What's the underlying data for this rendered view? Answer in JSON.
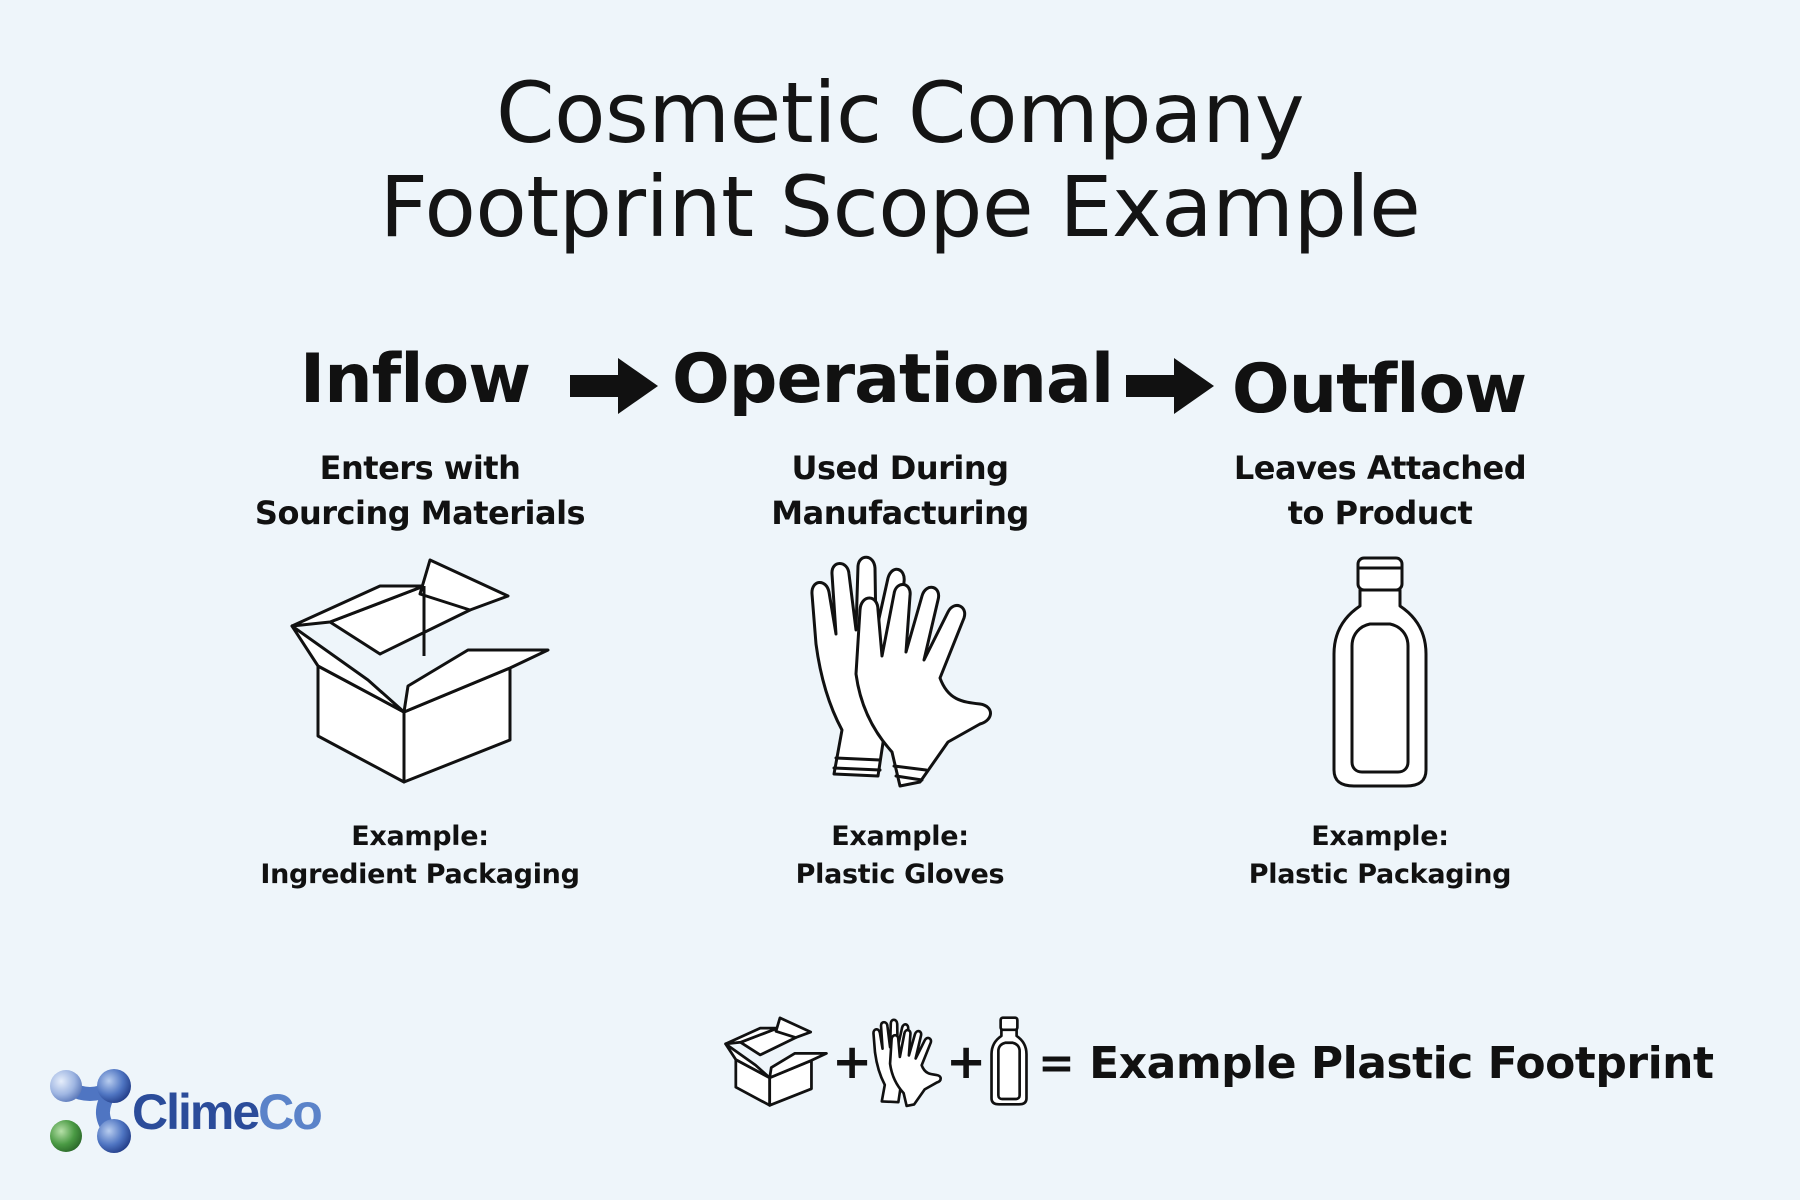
{
  "title": {
    "line1": "Cosmetic Company",
    "line2": "Footprint Scope Example"
  },
  "stages": [
    {
      "name": "Inflow",
      "description_line1": "Enters with",
      "description_line2": "Sourcing Materials",
      "example_label": "Example:",
      "example_value": "Ingredient Packaging",
      "icon": "cardboard-box-icon"
    },
    {
      "name": "Operational",
      "description_line1": "Used During",
      "description_line2": "Manufacturing",
      "example_label": "Example:",
      "example_value": "Plastic Gloves",
      "icon": "gloves-icon"
    },
    {
      "name": "Outflow",
      "description_line1": "Leaves Attached",
      "description_line2": "to Product",
      "example_label": "Example:",
      "example_value": "Plastic Packaging",
      "icon": "bottle-icon"
    }
  ],
  "equation": {
    "plus": "+",
    "equals_text": "= Example Plastic Footprint"
  },
  "logo": {
    "part1": "Clime",
    "part2": "Co"
  },
  "colors": {
    "background": "#eef5fa",
    "text": "#111111",
    "logo_clime": "#2b4c9a",
    "logo_co": "#5b83c9",
    "logo_green": "#3f8a3f"
  }
}
